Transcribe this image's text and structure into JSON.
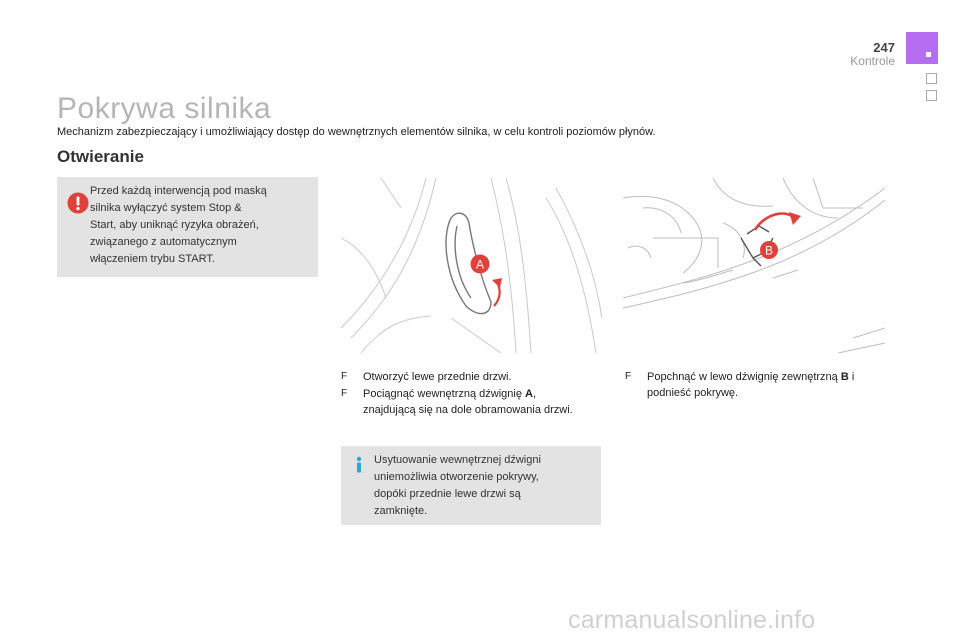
{
  "header": {
    "page_number": "247",
    "section": "Kontrole"
  },
  "page": {
    "title": "Pokrywa silnika",
    "intro": "Mechanizm zabezpieczający i umożliwiający dostęp do wewnętrznych elementów silnika, w celu kontroli poziomów płynów.",
    "subtitle": "Otwieranie"
  },
  "warning": {
    "icon": "warning-icon",
    "lines": [
      "Przed każdą interwencją pod maską",
      "silnika wyłączyć system Stop &",
      "Start, aby uniknąć ryzyka obrażeń,",
      "związanego z automatycznym",
      "włączeniem trybu START."
    ]
  },
  "figure_a": {
    "label": "A",
    "accent": "#e0413a"
  },
  "figure_b": {
    "label": "B",
    "accent": "#e0413a"
  },
  "steps_left": {
    "bullet": "F",
    "item1": "Otworzyć lewe przednie drzwi.",
    "item2_l1_pre": "Pociągnąć wewnętrzną dźwignię ",
    "item2_l1_bold": "A",
    "item2_l1_post": ",",
    "item2_l2": "znajdującą się na dole obramowania drzwi."
  },
  "steps_right": {
    "bullet": "F",
    "item_l1_pre": "Popchnąć w lewo dźwignię zewnętrzną ",
    "item_l1_bold": "B",
    "item_l1_post": " i",
    "item_l2": "podnieść pokrywę."
  },
  "info": {
    "icon": "info-icon",
    "lines": [
      "Usytuowanie wewnętrznej dźwigni",
      "uniemożliwia otworzenie pokrywy,",
      "dopóki przednie lewe drzwi są",
      "zamknięte."
    ]
  },
  "footer": {
    "watermark": "carmanualsonline.info"
  },
  "colors": {
    "tab": "#b56df2",
    "box": "#e3e3e3",
    "accent": "#e0413a",
    "info": "#2aa6e0"
  }
}
